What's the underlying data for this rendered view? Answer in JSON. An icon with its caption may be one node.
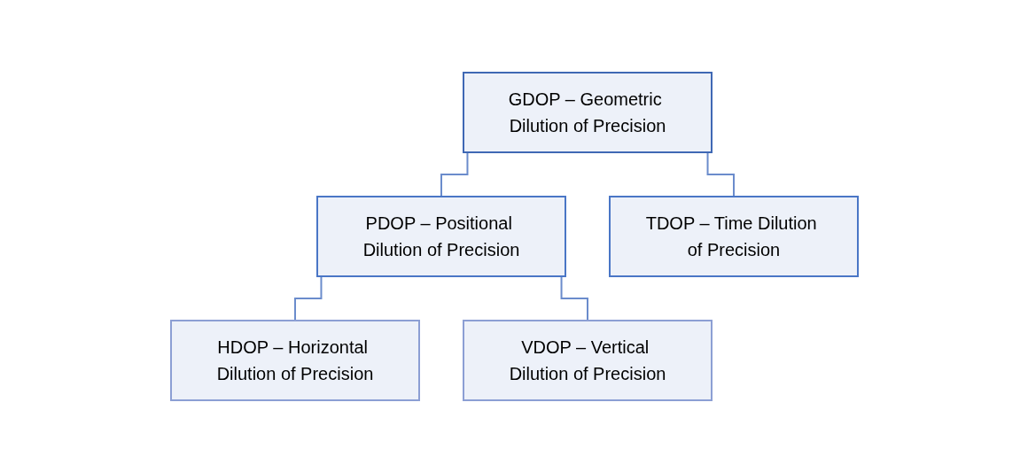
{
  "diagram": {
    "nodes": [
      {
        "text": [
          "GDOP – Geometric Dilution of Precision"
        ]
      },
      {
        "text": [
          "PDOP – Positional Dilution of Precision"
        ]
      },
      {
        "text": [
          "TDOP – Time Dilution of Precision"
        ]
      },
      {
        "text": [
          "HDOP – Horizontal Dilution of Precision"
        ]
      },
      {
        "text": [
          "VDOP – Vertical Dilution of Precision"
        ]
      }
    ],
    "edges": [
      {
        "from": 0,
        "to": 1,
        "arrow": "none"
      },
      {
        "from": 0,
        "to": 2,
        "arrow": "none"
      },
      {
        "from": 1,
        "to": 3,
        "arrow": "none"
      },
      {
        "from": 1,
        "to": 4,
        "arrow": "none"
      }
    ]
  }
}
